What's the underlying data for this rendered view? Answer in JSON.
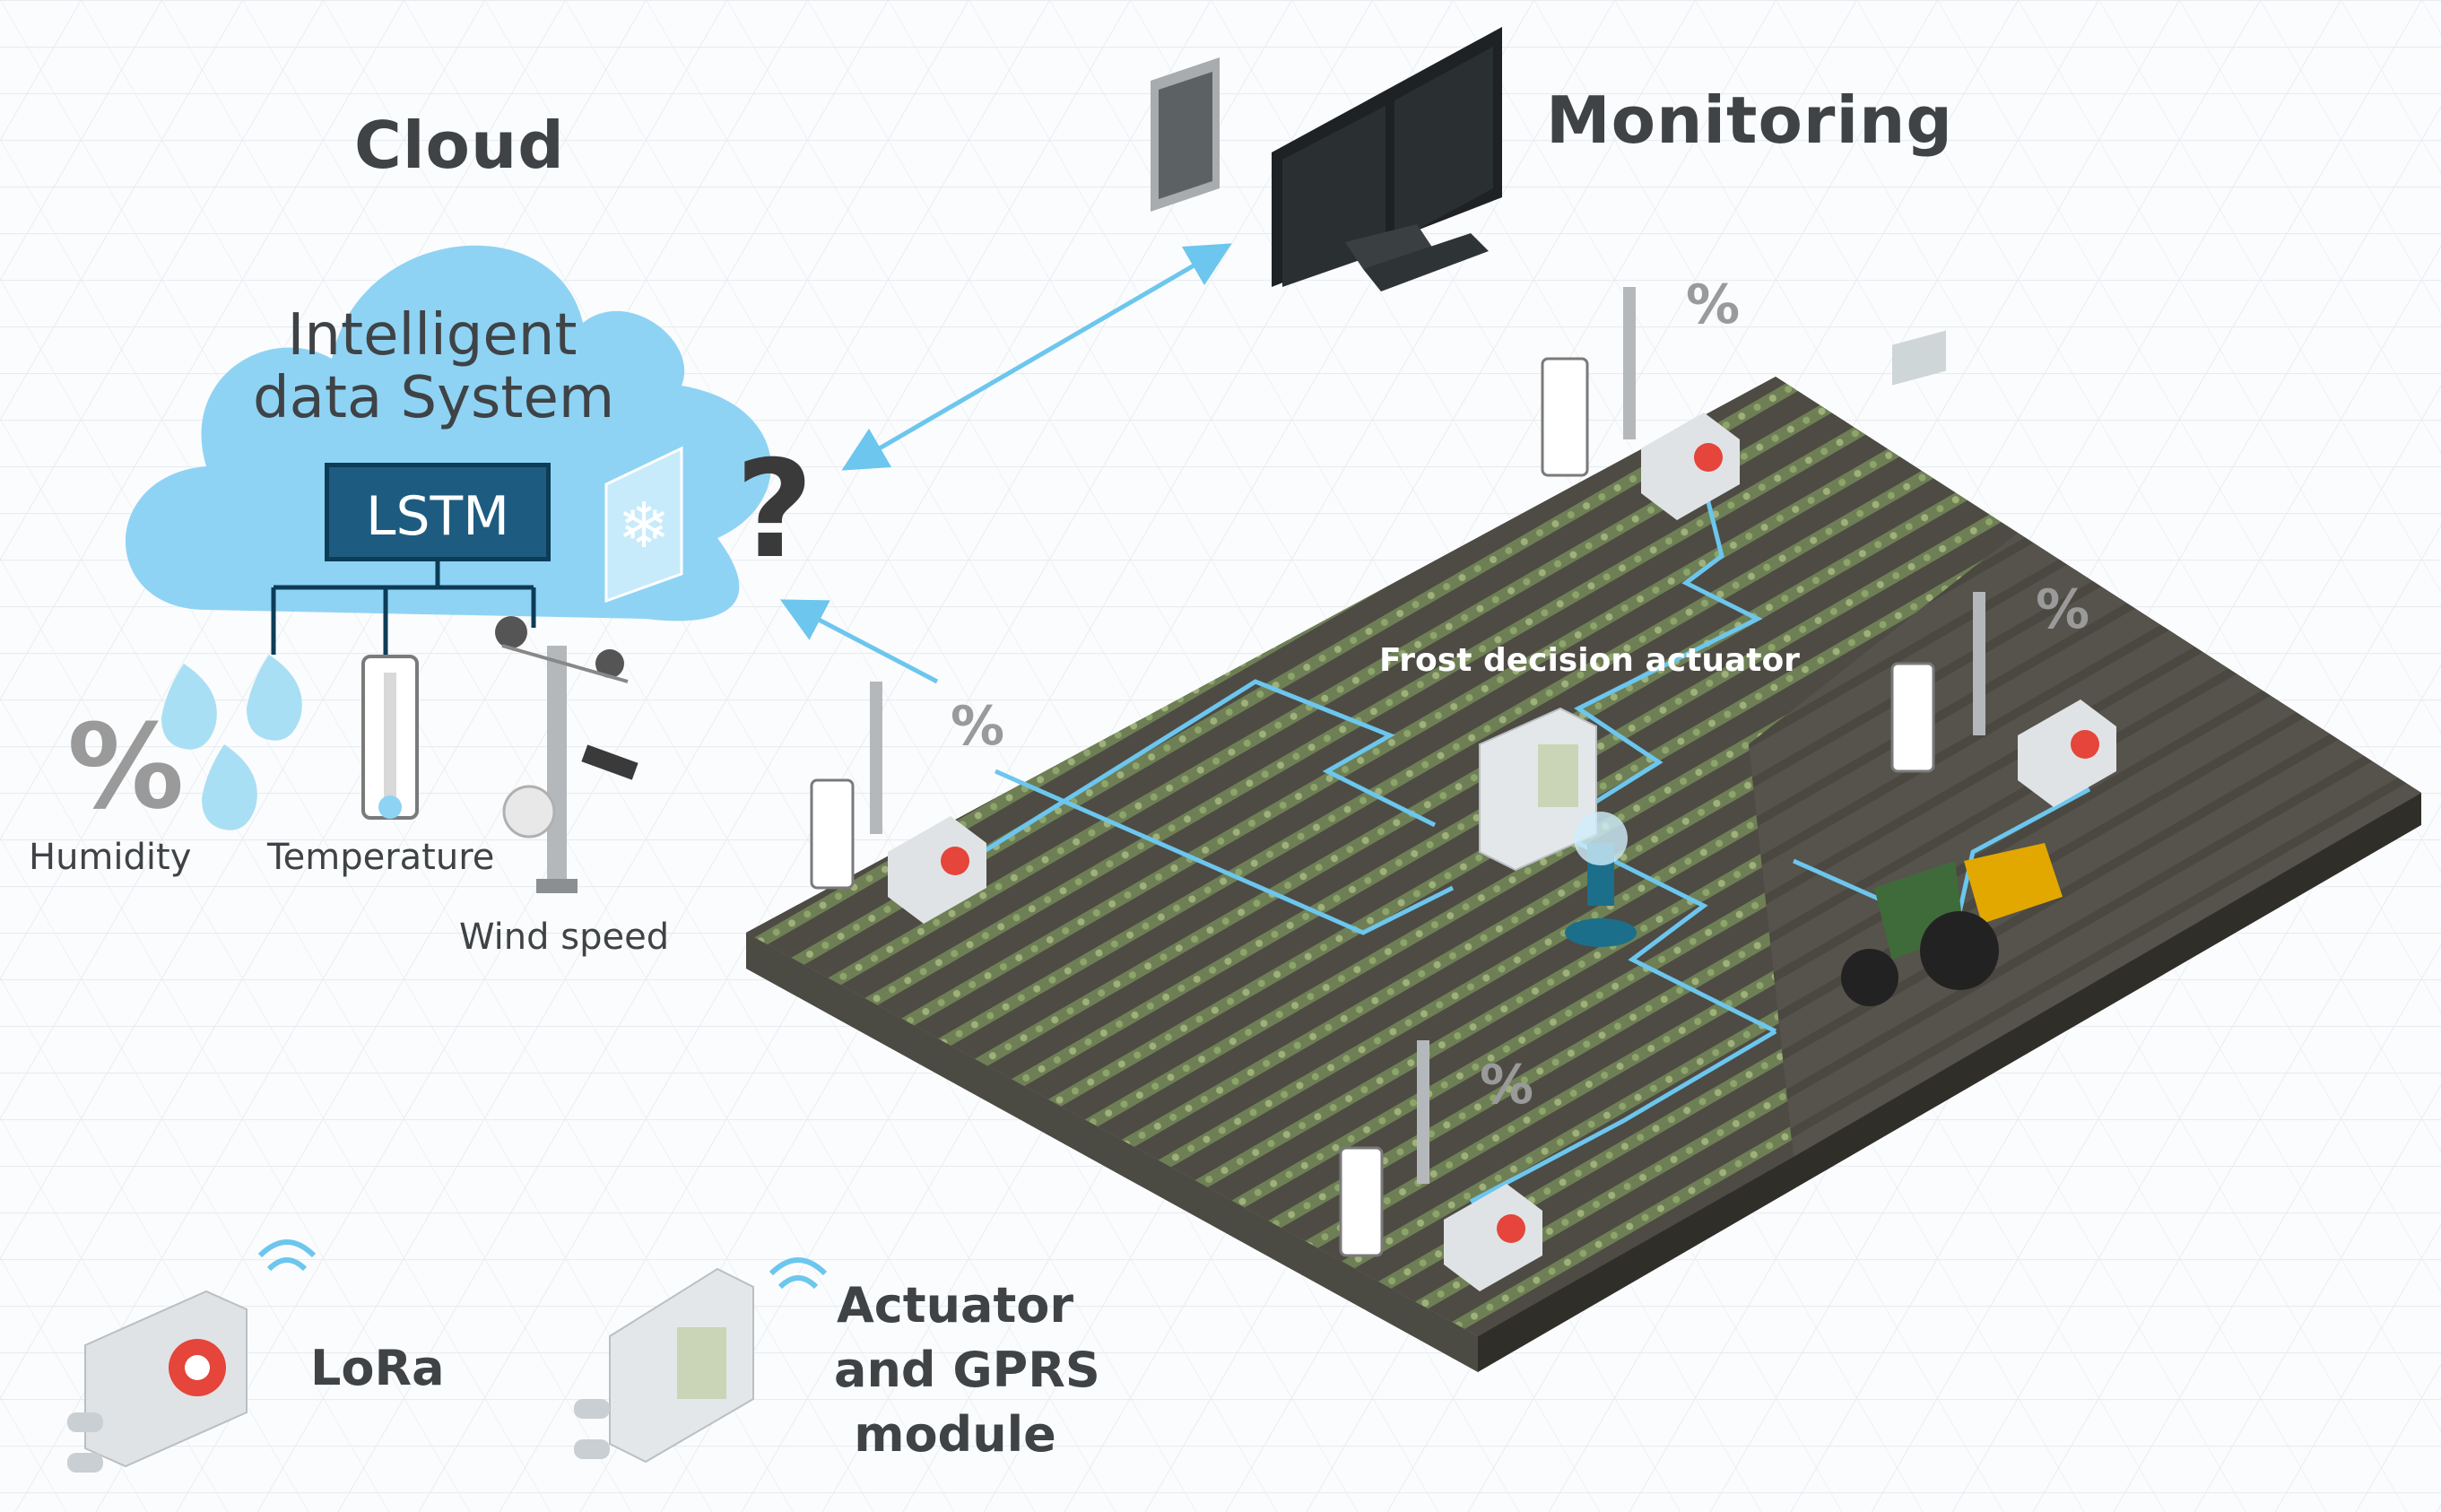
{
  "labels": {
    "cloud": "Cloud",
    "monitoring": "Monitoring",
    "cloud_title_line1": "Intelligent",
    "cloud_title_line2": "data System",
    "lstm": "LSTM",
    "humidity": "Humidity",
    "temperature": "Temperature",
    "wind_speed": "Wind speed",
    "frost_decision": "Frost decision actuator",
    "lora": "LoRa",
    "actuator_line1": "Actuator",
    "actuator_line2": "and GPRS",
    "actuator_line3": "module",
    "percent_symbol": "%",
    "question_mark": "?"
  },
  "colors": {
    "cloud": "#8fd3f4",
    "link": "#6cc6ee",
    "field_soil": "#55534b",
    "field_crop": "#7f9460",
    "lstm_box": "#1d5c80",
    "device_red": "#e5453a",
    "tractor_green": "#3f6b3a",
    "text": "#3f4346"
  }
}
